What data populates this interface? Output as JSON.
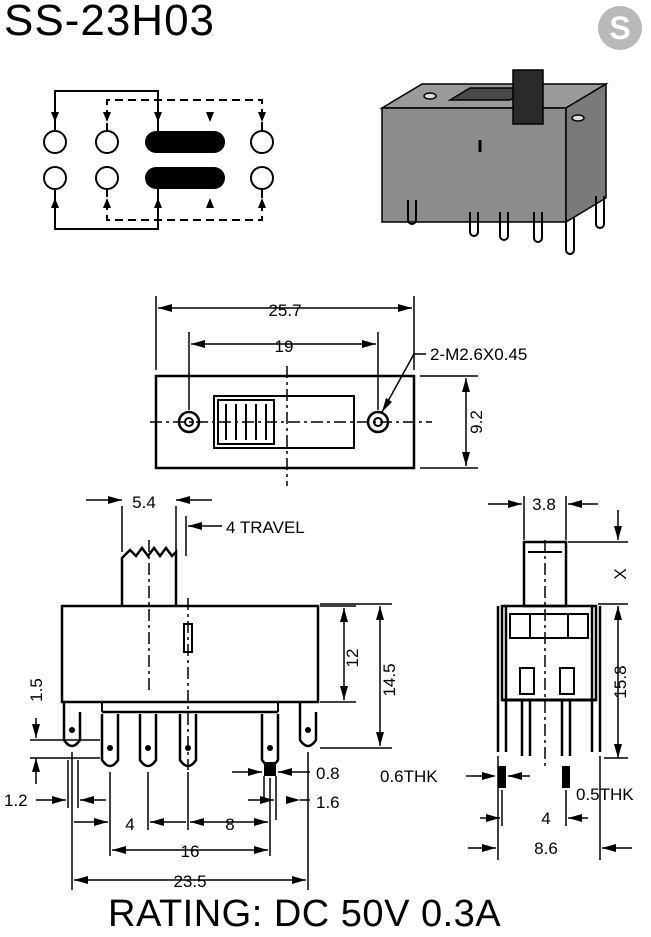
{
  "header": {
    "model": "SS-23H03",
    "logo_letter": "S"
  },
  "top_view": {
    "overall_width": "25.7",
    "hole_pitch": "19",
    "height": "9.2",
    "mounting_note": "2-M2.6X0.45"
  },
  "front_view": {
    "actuator_width": "5.4",
    "travel": "4 TRAVEL",
    "body_height": "12",
    "total_height": "14.5",
    "offset": "1.5",
    "edge": "1.2",
    "pin_pitch": "4",
    "pin_spacing": "8",
    "pin_span": "16",
    "total_length": "23.5",
    "pin_width": "0.8",
    "pin_pos": "1.6"
  },
  "side_view": {
    "actuator_width": "3.8",
    "actuator_height": "X",
    "body_height": "15.8",
    "thickness": "0.6THK",
    "thickness2": "0.5THK",
    "pin_row": "4",
    "width": "8.6"
  },
  "footer": {
    "rating": "RATING: DC 50V 0.3A"
  }
}
